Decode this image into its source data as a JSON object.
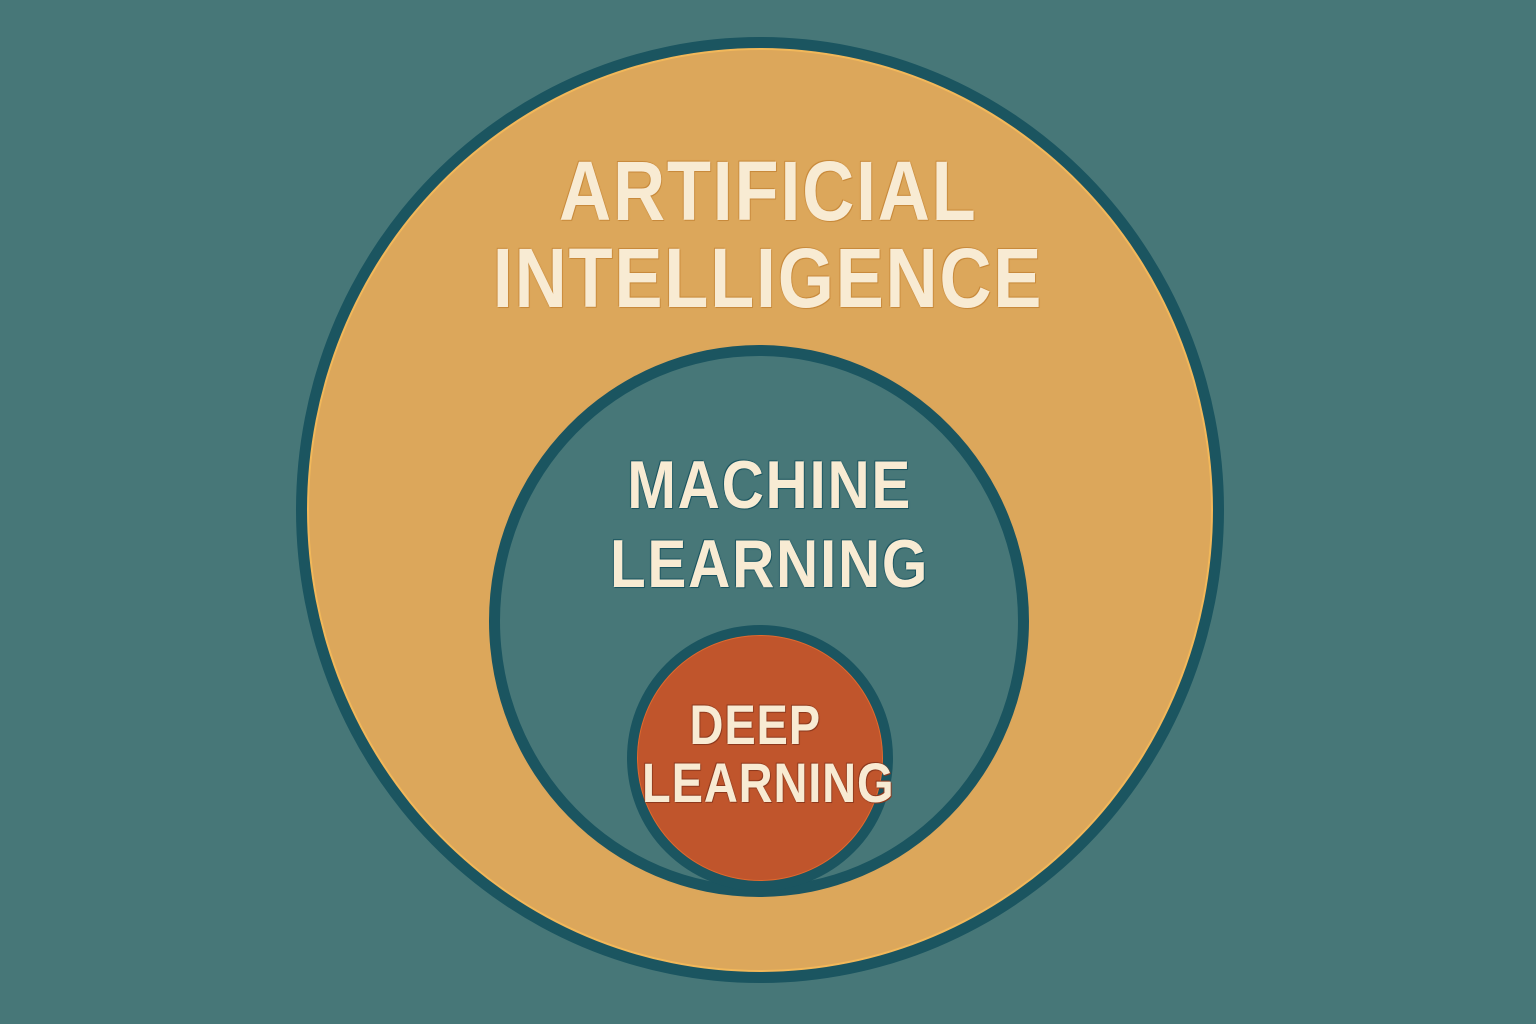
{
  "diagram": {
    "type": "nested-circles",
    "colors": {
      "background": "#477778",
      "outer_fill": "#dca75b",
      "middle_fill": "#477778",
      "inner_fill": "#c0552c",
      "border": "#1b5560",
      "text": "#f8ebd3"
    },
    "outer": {
      "label_line1": "ARTIFICIAL",
      "label_line2": "INTELLIGENCE"
    },
    "middle": {
      "label_line1": "MACHINE",
      "label_line2": "LEARNING"
    },
    "inner": {
      "label_line1": "DEEP",
      "label_line2": "LEARNING"
    }
  }
}
